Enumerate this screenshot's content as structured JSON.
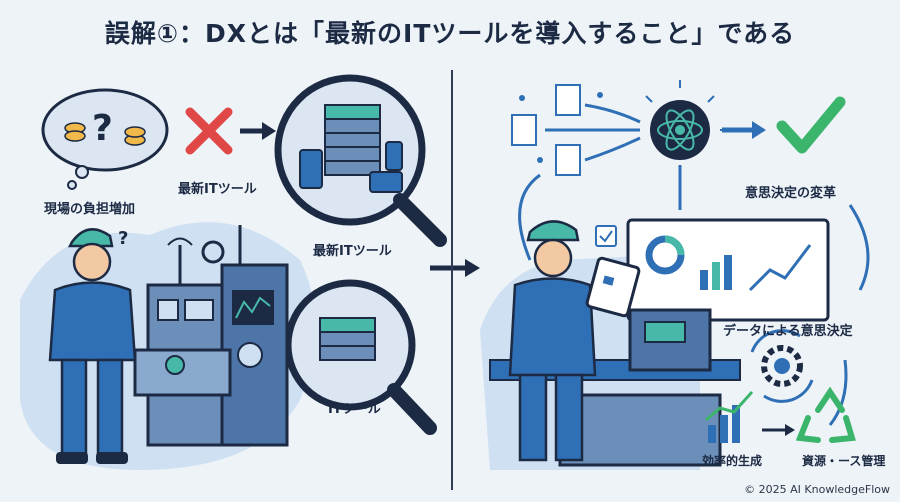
{
  "title": "誤解①：DXとは「最新のITツールを導入すること」である",
  "labels": {
    "burden": "現場の負担増加",
    "latest_it_tool_top": "最新ITツール",
    "latest_it_tool_lens": "最新ITツール",
    "it_tool": "ITツール",
    "decision_change": "意思決定の変革",
    "data_decision": "データによる意思決定",
    "efficient_production": "効率的生成",
    "resource_management": "資源・ース管理"
  },
  "copyright": "© 2025 AI KnowledgeFlow",
  "colors": {
    "navy": "#1c2a44",
    "blue": "#2f6fb5",
    "light_blue": "#cfe0f3",
    "teal": "#48b9a8",
    "red": "#e04848",
    "green": "#3bb56c"
  }
}
